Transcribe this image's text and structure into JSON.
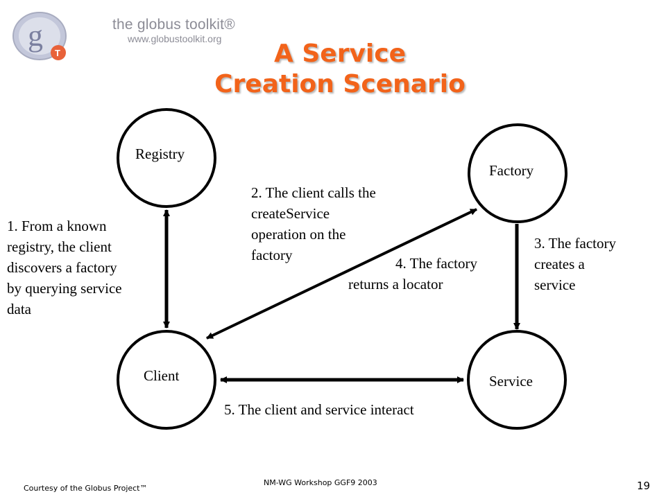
{
  "logo": {
    "mark_letter": "g",
    "badge_letter": "T",
    "name": "the globus toolkit®",
    "url": "www.globustoolkit.org"
  },
  "title": {
    "line1": "A Service",
    "line2": "Creation Scenario"
  },
  "nodes": {
    "registry": "Registry",
    "factory": "Factory",
    "client": "Client",
    "service": "Service"
  },
  "steps": {
    "step1": [
      "1. From a known",
      "registry, the client",
      "discovers a factory",
      "by querying service",
      "data"
    ],
    "step2": [
      "2. The client calls the",
      "createService",
      "operation on the",
      "factory"
    ],
    "step3": [
      "3. The factory",
      "creates a",
      "service"
    ],
    "step4": [
      "4. The factory",
      "returns a locator"
    ],
    "step5": "5. The client and service interact"
  },
  "footer": {
    "courtesy": "Courtesy of the Globus Project™",
    "event": "NM-WG Workshop  GGF9 2003",
    "page": "19"
  },
  "colors": {
    "title": "#f2631a",
    "logo_gray": "#8c8c96",
    "logo_badge": "#e8623a"
  }
}
